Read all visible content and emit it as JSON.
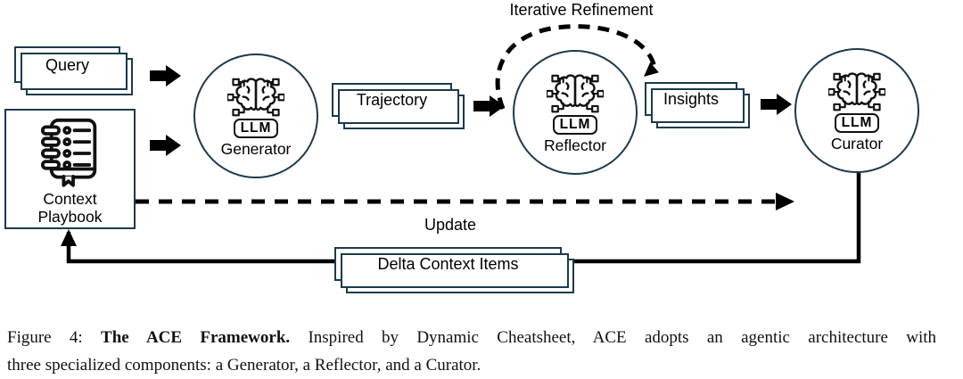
{
  "figure": {
    "labels": {
      "iterative_refinement": "Iterative Refinement",
      "update": "Update"
    },
    "nodes": {
      "query": {
        "label": "Query"
      },
      "context_playbook": {
        "label": "Context Playbook",
        "icon": "notebook-list-icon"
      },
      "generator": {
        "label": "Generator",
        "badge": "LLM",
        "icon": "brain-circuit-icon"
      },
      "trajectory": {
        "label": "Trajectory"
      },
      "reflector": {
        "label": "Reflector",
        "badge": "LLM",
        "icon": "brain-circuit-icon"
      },
      "insights": {
        "label": "Insights"
      },
      "curator": {
        "label": "Curator",
        "badge": "LLM",
        "icon": "brain-circuit-icon"
      },
      "delta_context_items": {
        "label": "Delta Context Items"
      }
    }
  },
  "caption": {
    "figure_label": "Figure 4:",
    "title": "The ACE Framework.",
    "body_line1": "Inspired by Dynamic Cheatsheet, ACE adopts an agentic architecture with",
    "body_line2": "three specialized components: a Generator, a Reflector, and a Curator."
  },
  "colors": {
    "border": "#1c3a4c",
    "arrow": "#000000",
    "icon": "#111111",
    "background": "#ffffff"
  }
}
